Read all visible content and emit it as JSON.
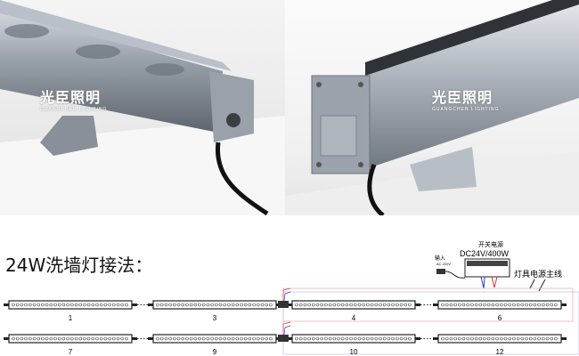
{
  "photos": {
    "left": {
      "logo": "光臣照明",
      "logo_sub": "GUANGCHEN LIGHTING"
    },
    "right": {
      "logo": "光臣照明",
      "logo_sub": "GUANGCHEN LIGHTING"
    }
  },
  "diagram": {
    "title": "24W洗墙灯接法：",
    "power_supply": {
      "label": "开关电源",
      "rating": "DC24V/400W"
    },
    "input": {
      "label": "输入",
      "voltage": "AC 220V"
    },
    "main_line_label": "灯具电源主线",
    "rows": [
      {
        "lamps": [
          "1",
          "3",
          "4",
          "6"
        ]
      },
      {
        "lamps": [
          "7",
          "9",
          "10",
          "12"
        ]
      }
    ],
    "colors": {
      "positive": "#e0303a",
      "negative": "#2a3bd8",
      "outline": "#222222"
    }
  }
}
